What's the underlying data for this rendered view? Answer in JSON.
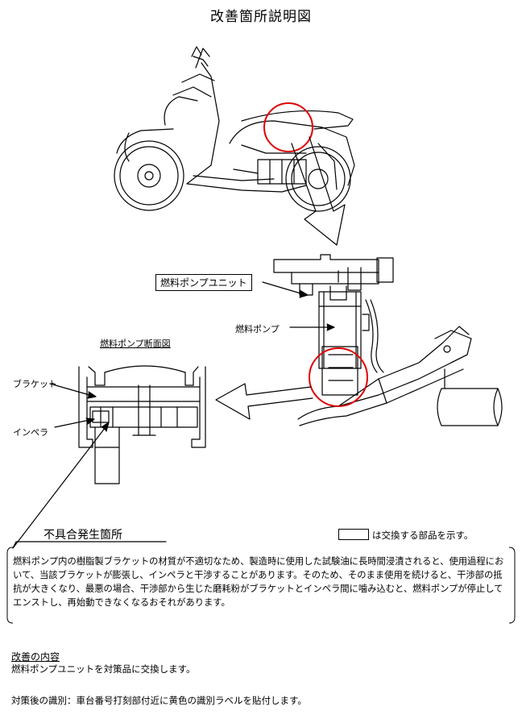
{
  "title": "改善箇所説明図",
  "labels": {
    "fuel_pump_unit": "燃料ポンプユニット",
    "fuel_pump": "燃料ポンプ",
    "cross_section": "燃料ポンプ断面図",
    "bracket": "ブラケット",
    "impeller": "インペラ",
    "defect_location": "不具合発生箇所"
  },
  "legend": {
    "text": "は交換する部品を示す。"
  },
  "description": "燃料ポンプ内の樹脂製ブラケットの材質が不適切なため、製造時に使用した試験油に長時間浸漬されると、使用過程において、当該ブラケットが膨張し、インペラと干渉することがあります。そのため、そのまま使用を続けると、干渉部の抵抗が大きくなり、最悪の場合、干渉部から生じた磨耗粉がブラケットとインペラ間に噛み込むと、燃料ポンプが停止してエンストし、再始動できなくなるおそれがあります。",
  "improvement": {
    "heading": "改善の内容",
    "text": "燃料ポンプユニットを対策品に交換します。"
  },
  "identification": "対策後の識別：車台番号打刻部付近に黄色の識別ラベルを貼付します。",
  "colors": {
    "highlight": "#e00000",
    "line": "#000000"
  }
}
